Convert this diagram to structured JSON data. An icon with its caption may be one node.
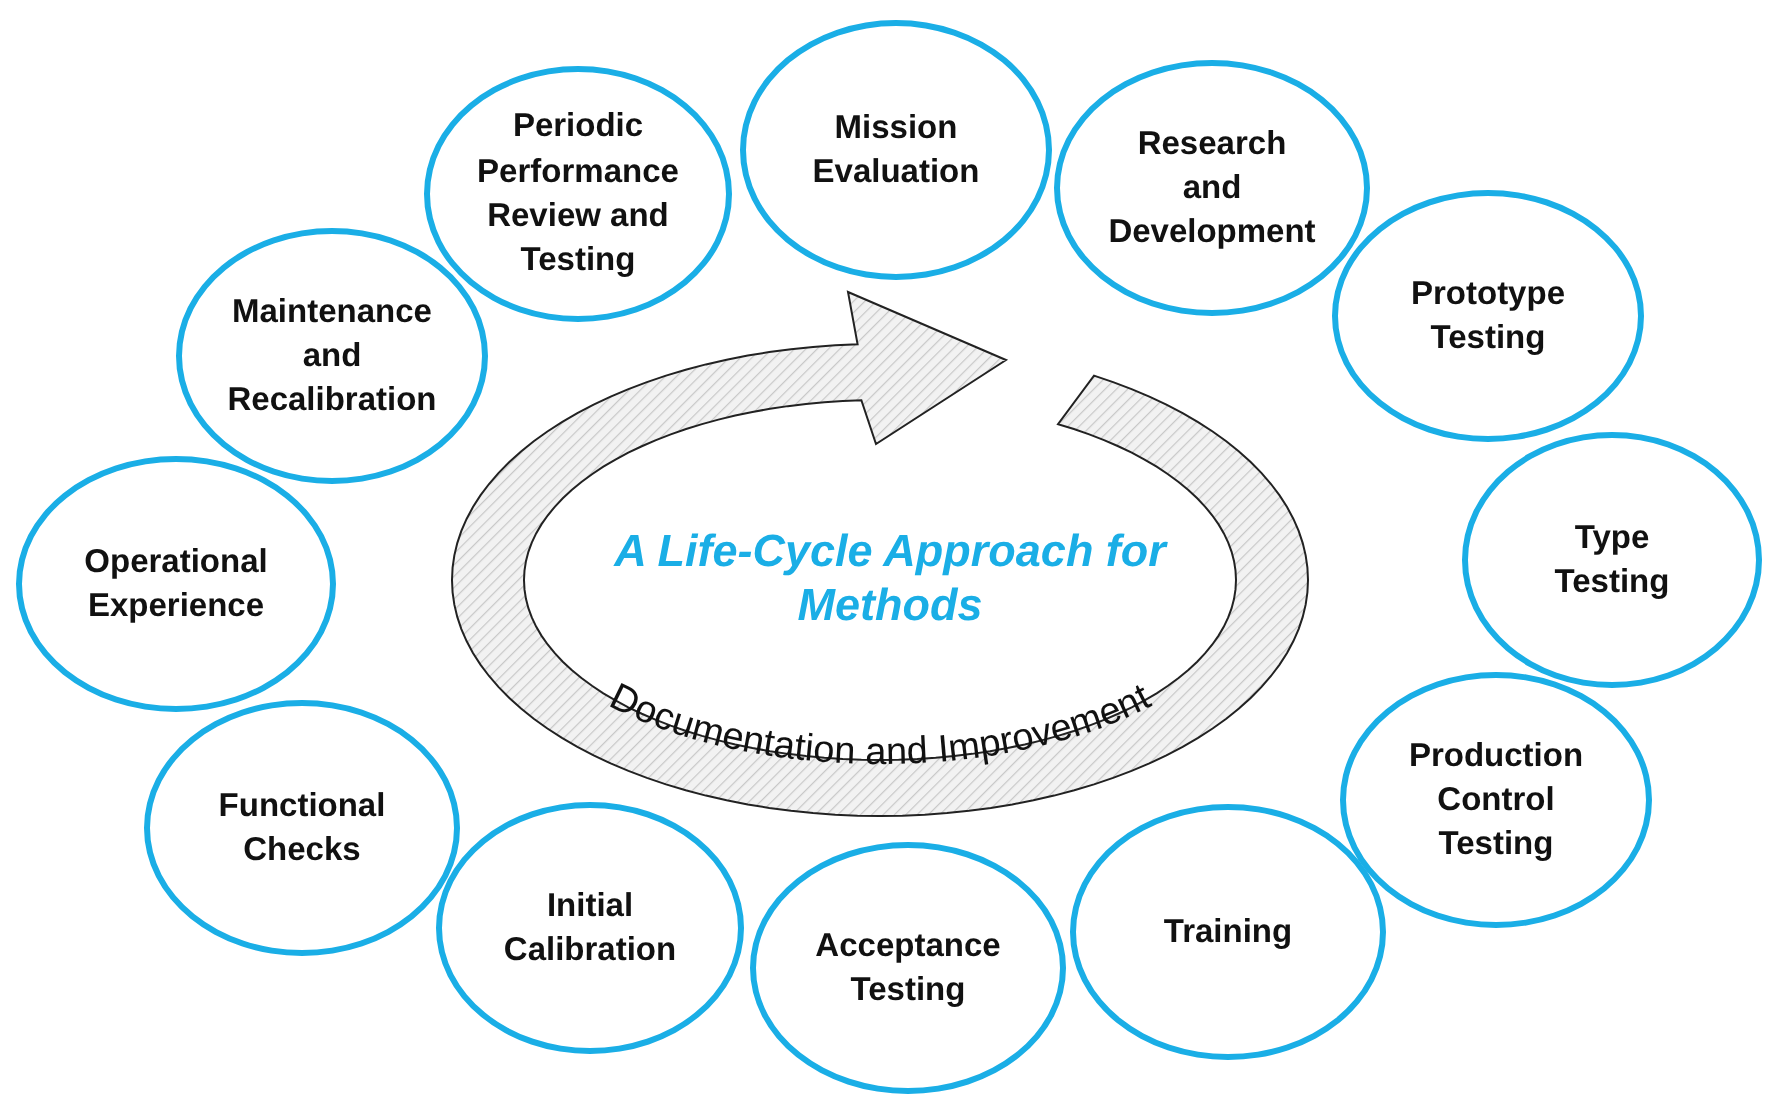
{
  "diagram": {
    "title": "A Life-Cycle Approach for Methods",
    "nodes": [
      {
        "text": [
          "Mission Evaluation"
        ]
      },
      {
        "text": [
          "Research and Development"
        ]
      },
      {
        "text": [
          "Prototype Testing"
        ]
      },
      {
        "text": [
          "Type Testing"
        ]
      },
      {
        "text": [
          "Production Control Testing"
        ]
      },
      {
        "text": [
          "Training"
        ]
      },
      {
        "text": [
          "Acceptance Testing"
        ]
      },
      {
        "text": [
          "Initial Calibration"
        ]
      },
      {
        "text": [
          "Functional Checks"
        ]
      },
      {
        "text": [
          "Operational Experience"
        ]
      },
      {
        "text": [
          "Maintenance and Recalibration"
        ]
      },
      {
        "text": [
          "Periodic Performance Review and Testing"
        ]
      }
    ],
    "labels": [
      "Documentation and Improvement"
    ]
  }
}
